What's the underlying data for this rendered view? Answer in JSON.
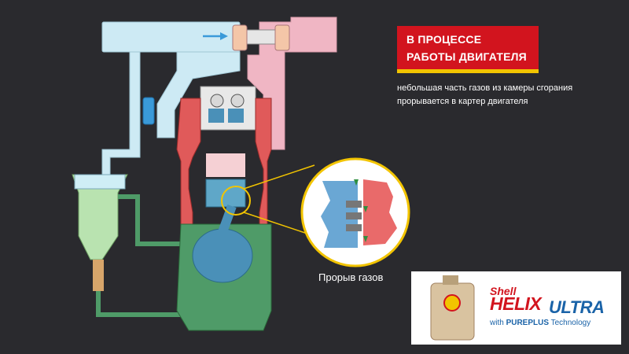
{
  "title": {
    "line1": "В ПРОЦЕССЕ",
    "line2": "РАБОТЫ ДВИГАТЕЛЯ"
  },
  "description": "небольшая часть газов из камеры сгорания прорывается в картер двигателя",
  "inset_label": "Прорыв газов",
  "brand": {
    "shell": "Shell",
    "helix": "HELIX",
    "ultra": "ULTRA",
    "with_prefix": "with ",
    "pureplus": "PUREPLUS",
    "technology": " Technology"
  },
  "colors": {
    "background": "#2a2a2e",
    "intake": "#cdeaf4",
    "exhaust": "#f0b6c4",
    "engine_red": "#e05a5a",
    "crankcase_green": "#4f9b68",
    "piston_blue": "#4a90b8",
    "highlight_yellow": "#f2c400",
    "shell_red": "#d2141e"
  }
}
